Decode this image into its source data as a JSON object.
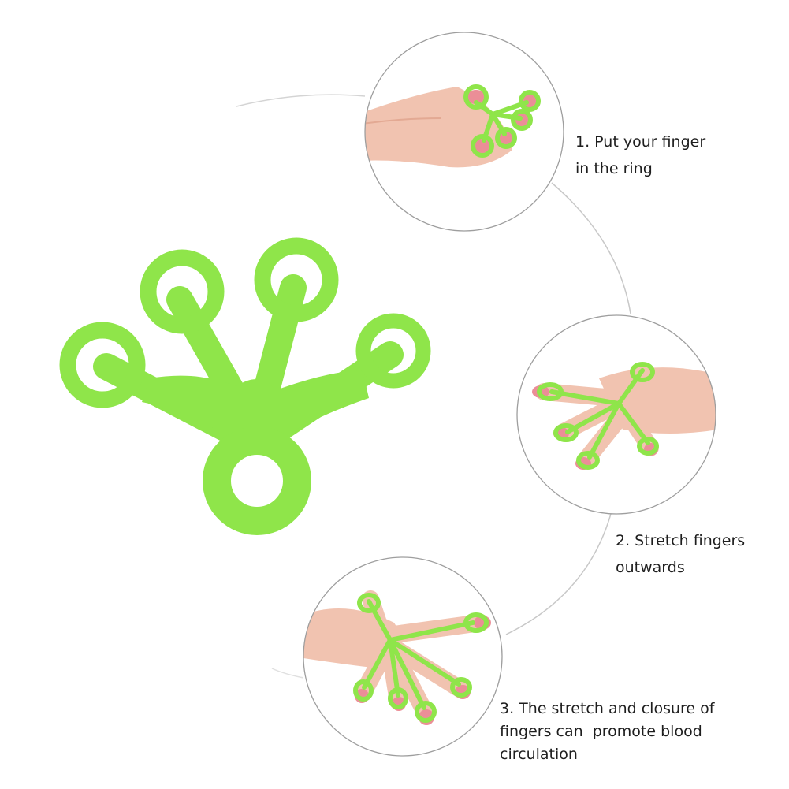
{
  "colors": {
    "band": "#8fe54a",
    "band_shade": "#79d13a",
    "skin": "#f1c3b0",
    "nail": "#eb8e97",
    "circle_border": "#9e9e9e",
    "connector": "#c8c8c8",
    "text": "#1e1e1e"
  },
  "steps": [
    {
      "line1": "1. Put your finger",
      "line2": "in the ring",
      "line3": ""
    },
    {
      "line1": "2. Stretch fingers",
      "line2": "outwards",
      "line3": ""
    },
    {
      "line1": "3. The stretch and closure of",
      "line2": "fingers can  promote blood",
      "line3": "circulation"
    }
  ]
}
